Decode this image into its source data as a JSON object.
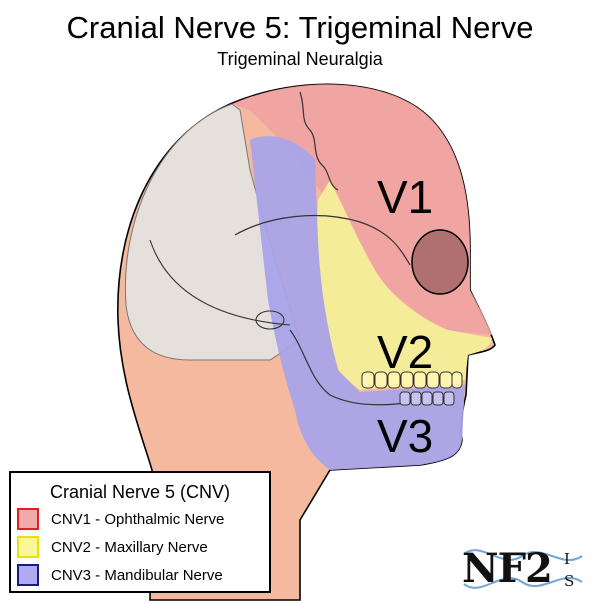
{
  "title": "Cranial Nerve 5: Trigeminal Nerve",
  "subtitle": "Trigeminal Neuralgia",
  "regions": [
    {
      "label": "V1",
      "color": "#e88a8a"
    },
    {
      "label": "V2",
      "color": "#f3ee8f"
    },
    {
      "label": "V3",
      "color": "#8c86da"
    }
  ],
  "legend": {
    "title": "Cranial Nerve 5 (CNV)",
    "items": [
      {
        "label": "CNV1 - Ophthalmic Nerve",
        "fill": "#f2a9a9",
        "border": "#e02020"
      },
      {
        "label": "CNV2 - Maxillary Nerve",
        "fill": "#fbf69a",
        "border": "#e8e010"
      },
      {
        "label": "CNV3 - Mandibular Nerve",
        "fill": "#b0aaf0",
        "border": "#1a1a80"
      }
    ]
  },
  "logo": {
    "main": "NF2",
    "letter_top": "I",
    "letter_bottom": "S"
  },
  "colors": {
    "skin": "#f5b9a0",
    "skull": "#e6e0dc",
    "outline": "#000000"
  }
}
